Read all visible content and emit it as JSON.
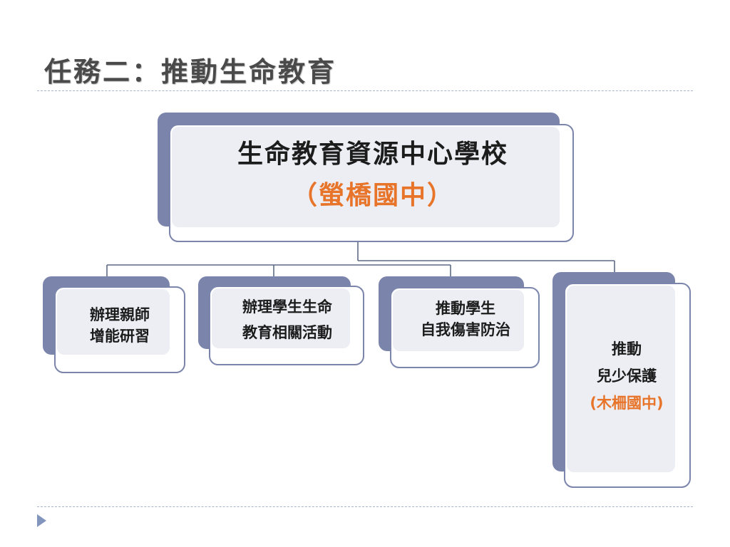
{
  "title": "任務二：推動生命教育",
  "root": {
    "line1": "生命教育資源中心學校",
    "line2": "（螢橋國中）"
  },
  "children": [
    {
      "lines": [
        "辦理親師",
        "增能研習"
      ]
    },
    {
      "lines": [
        "辦理學生生命",
        "教育相關活動"
      ]
    },
    {
      "lines": [
        "推動學生",
        "自我傷害防治"
      ]
    },
    {
      "lines": [
        "推動",
        "兒少保護"
      ],
      "highlight": "(木柵國中)"
    }
  ],
  "colors": {
    "frame": "#7b85ab",
    "fill": "#eceef4",
    "highlight": "#e8742a",
    "connector": "#5d6a86"
  }
}
